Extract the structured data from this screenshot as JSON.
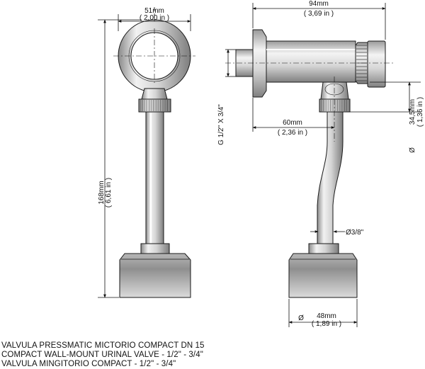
{
  "dimensions": {
    "front_width_mm": "51mm",
    "front_width_in": "( 2,00 in )",
    "height_mm": "168mm",
    "height_in": "( 6,61 in )",
    "side_width_mm": "94mm",
    "side_width_in": "( 3,69 in )",
    "thread": "G 1/2\" X 3/4\"",
    "offset_mm": "60mm",
    "offset_in": "( 2,36 in )",
    "nut_diameter_symbol": "Ø",
    "nut_diameter_mm": "34,5mm",
    "nut_diameter_in": "( 1,36 in )",
    "pipe_diameter": "Ø3/8\"",
    "base_diameter_symbol": "Ø",
    "base_diameter_mm": "48mm",
    "base_diameter_in": "( 1,89 in )"
  },
  "captions": [
    "VALVULA PRESSMATIC MICTORIO COMPACT DN 15",
    "COMPACT WALL-MOUNT URINAL VALVE - 1/2\" - 3/4\"",
    "VALVULA MINGITORIO COMPACT - 1/2\" - 3/4\""
  ],
  "colors": {
    "line": "#1a1a1a",
    "metal_light": "#e9e9e9",
    "metal_mid": "#bdbdbd",
    "metal_dark": "#7a7a7a"
  }
}
